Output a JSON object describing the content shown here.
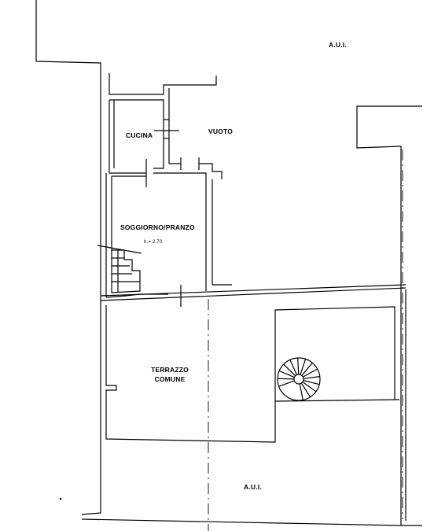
{
  "plan": {
    "labels": {
      "aui_top": "A.U.I.",
      "aui_bottom": "A.U.I.",
      "cucina": "CUCINA",
      "vuoto": "VUOTO",
      "soggiorno": "SOGGIORNO/PRANZO",
      "height": "h.= 2.70",
      "terrazzo_line1": "TERRAZZO",
      "terrazzo_line2": "COMUNE"
    },
    "colors": {
      "line": "#000000",
      "background": "#ffffff"
    }
  }
}
